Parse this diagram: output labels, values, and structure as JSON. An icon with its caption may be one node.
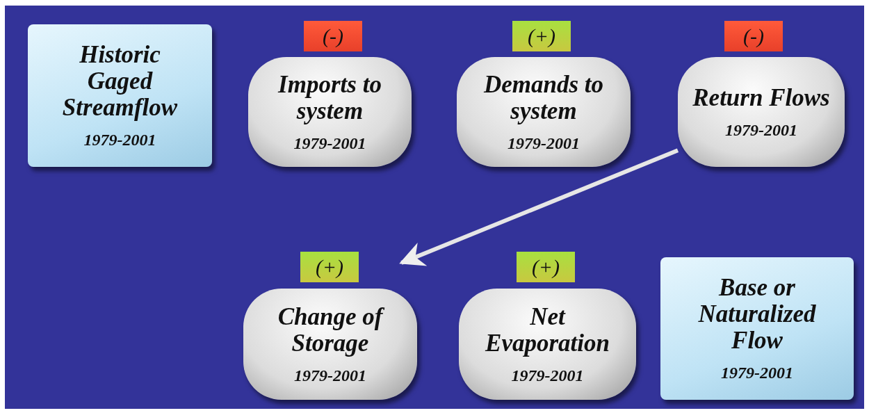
{
  "diagram": {
    "nodes": [
      {
        "text": [
          "Historic Gaged Streamflow",
          "1979-2001"
        ]
      },
      {
        "text": [
          "Imports to system",
          "1979-2001"
        ],
        "beside": [
          "(-)"
        ]
      },
      {
        "text": [
          "Demands to system",
          "1979-2001"
        ],
        "beside": [
          "(+)"
        ]
      },
      {
        "text": [
          "Return Flows",
          "1979-2001"
        ],
        "beside": [
          "(-)"
        ]
      },
      {
        "text": [
          "Change of Storage",
          "1979-2001"
        ],
        "beside": [
          "(+)"
        ]
      },
      {
        "text": [
          "Net Evaporation",
          "1979-2001"
        ],
        "beside": [
          "(+)"
        ]
      },
      {
        "text": [
          "Base or Naturalized Flow",
          "1979-2001"
        ]
      }
    ],
    "edges": [
      {
        "from": 3,
        "to": 4,
        "arrow": "to"
      }
    ]
  }
}
